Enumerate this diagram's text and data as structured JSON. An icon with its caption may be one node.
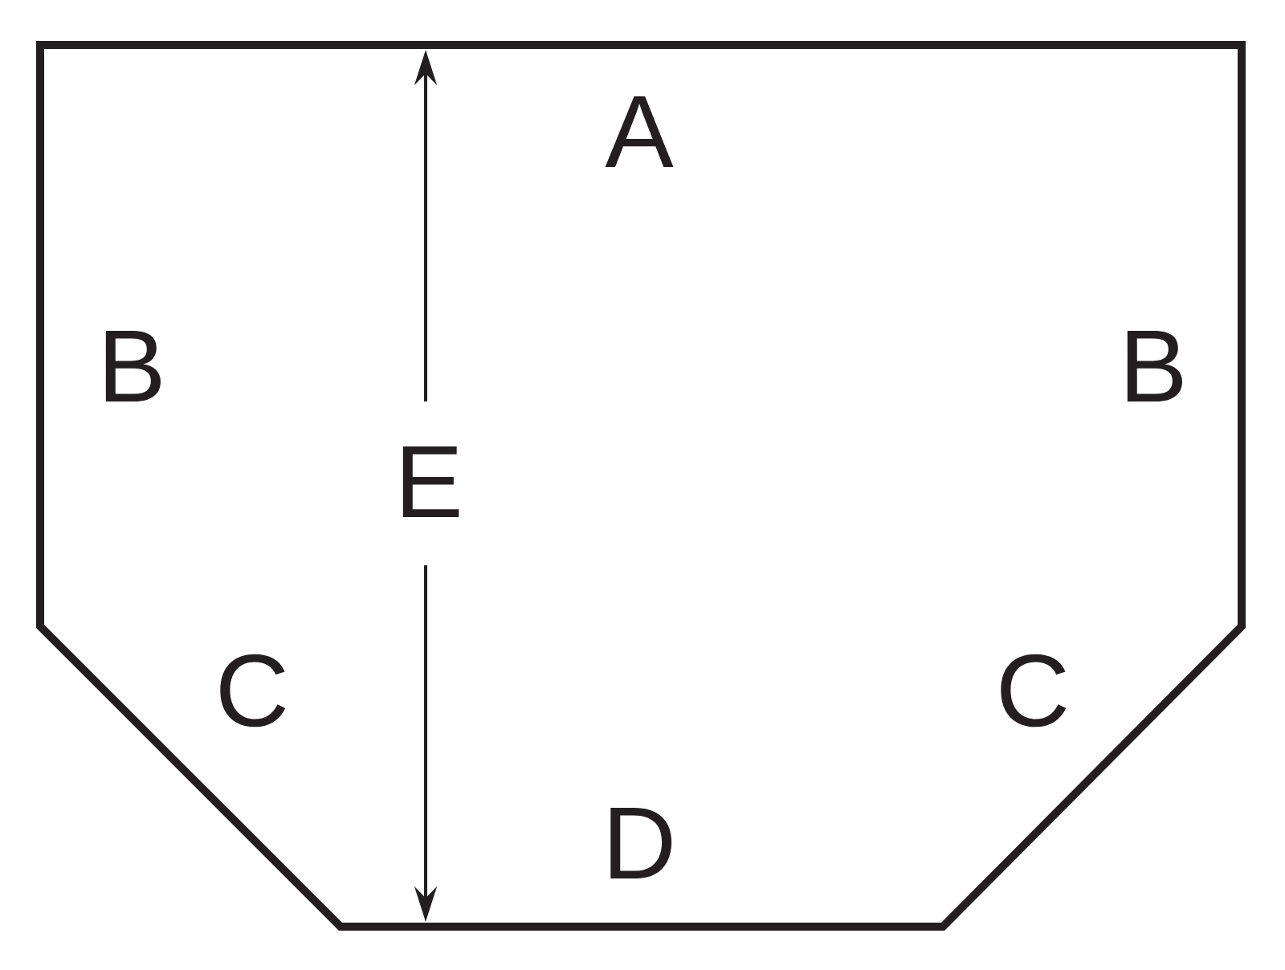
{
  "diagram": {
    "labels": [
      "A",
      "B",
      "B",
      "E",
      "C",
      "C",
      "D"
    ]
  }
}
